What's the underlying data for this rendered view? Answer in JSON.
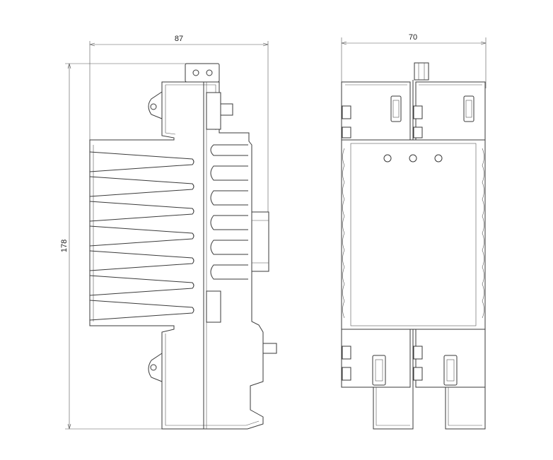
{
  "dimensions": {
    "side_width": "87",
    "front_width": "70",
    "height": "178"
  }
}
